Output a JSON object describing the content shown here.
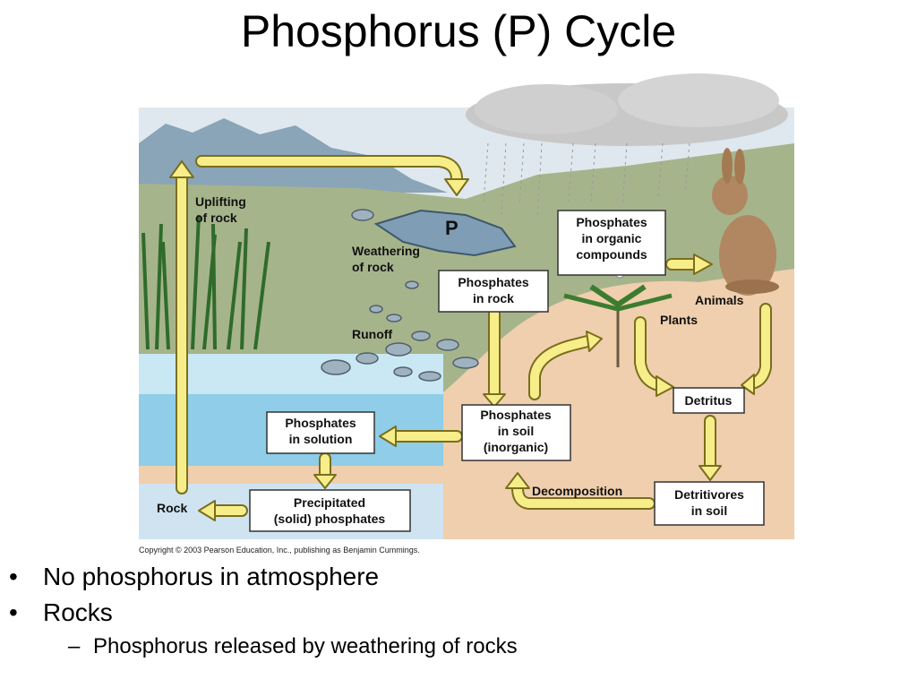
{
  "slide": {
    "title": "Phosphorus (P) Cycle",
    "bullets": [
      "No phosphorus in atmosphere",
      "Rocks"
    ],
    "sub_bullets": [
      "Phosphorus released by weathering of rocks"
    ]
  },
  "diagram": {
    "labels": {
      "uplifting": [
        "Uplifting",
        "of rock"
      ],
      "p_symbol": "P",
      "weathering": [
        "Weathering",
        "of rock"
      ],
      "runoff": "Runoff",
      "rock": "Rock",
      "animals": "Animals",
      "plants": "Plants",
      "decomposition": "Decomposition"
    },
    "boxes": {
      "organic": [
        "Phosphates",
        "in organic",
        "compounds"
      ],
      "rock": [
        "Phosphates",
        "in rock"
      ],
      "soil": [
        "Phosphates",
        "in soil",
        "(inorganic)"
      ],
      "solution": [
        "Phosphates",
        "in solution"
      ],
      "precipitated": [
        "Precipitated",
        "(solid) phosphates"
      ],
      "detritus": [
        "Detritus"
      ],
      "detritivores": [
        "Detritivores",
        "in soil"
      ]
    },
    "copyright": "Copyright © 2003 Pearson Education, Inc., publishing as Benjamin Cummings.",
    "colors": {
      "arrow_fill": "#f7ee8a",
      "arrow_stroke": "#7a6e1e",
      "water": "#8fcde8",
      "soil": "#efcfae",
      "land": "#a6b48c",
      "mountain": "#8aa4b8"
    }
  }
}
